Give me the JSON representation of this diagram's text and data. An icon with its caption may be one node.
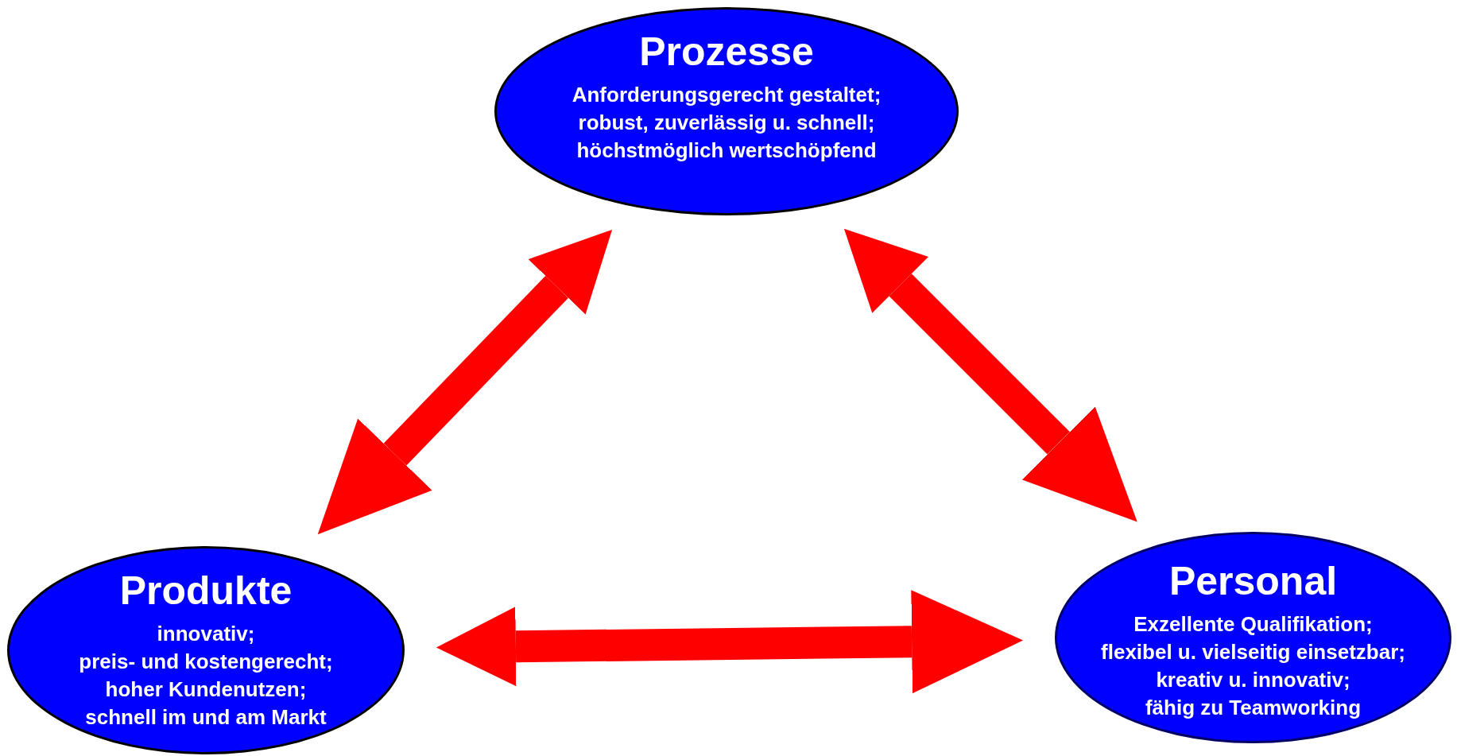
{
  "diagram": {
    "nodes": [
      {
        "text": [
          "Prozesse",
          "Anforderungsgerecht gestaltet;",
          "robust, zuverlässig u. schnell;",
          "höchstmöglich wertschöpfend"
        ]
      },
      {
        "text": [
          "Produkte",
          "innovativ;",
          "preis- und kostengerecht;",
          "hoher Kundenutzen;",
          "schnell im und am Markt"
        ]
      },
      {
        "text": [
          "Personal",
          "Exzellente Qualifikation;",
          "flexibel u. vielseitig einsetzbar;",
          "kreativ u. innovativ;",
          "fähig zu Teamworking"
        ]
      }
    ],
    "edges": [
      {
        "from": 0,
        "to": 1,
        "arrow": "both"
      },
      {
        "from": 0,
        "to": 2,
        "arrow": "both"
      },
      {
        "from": 1,
        "to": 2,
        "arrow": "both"
      }
    ]
  }
}
